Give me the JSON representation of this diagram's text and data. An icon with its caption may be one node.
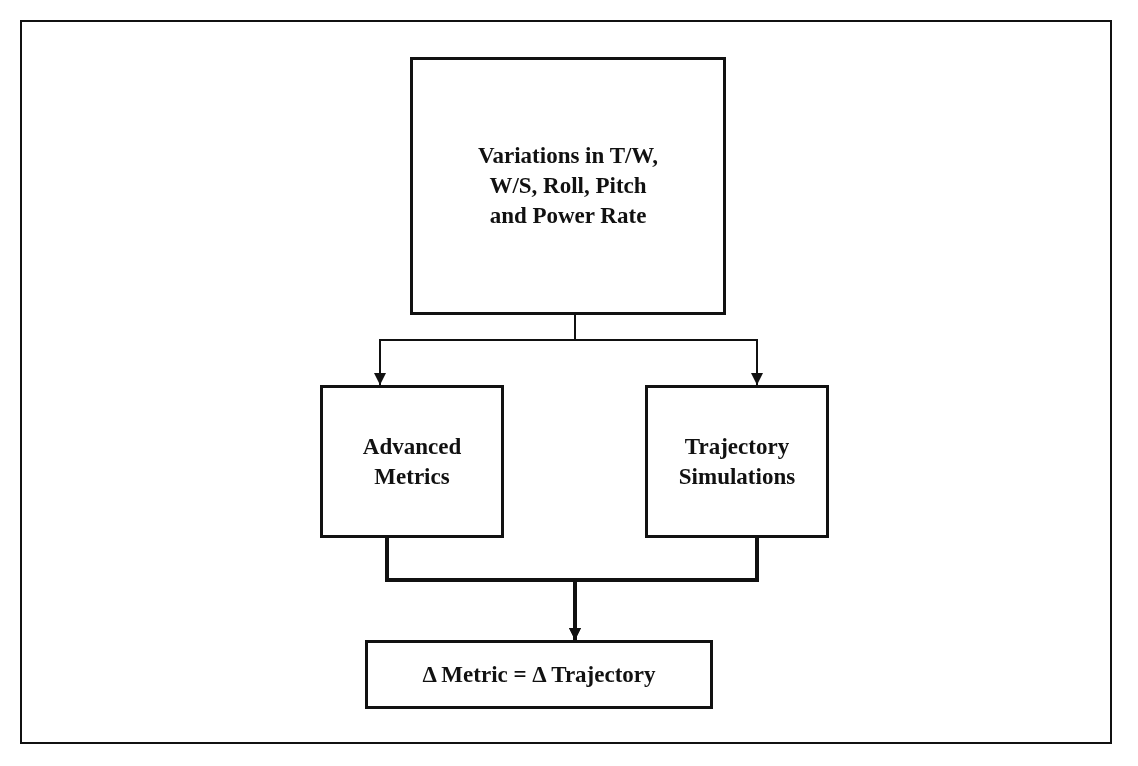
{
  "diagram": {
    "nodes": [
      {
        "text": [
          "Variations in T/W, W/S, Roll, Pitch and Power Rate"
        ]
      },
      {
        "text": [
          "Advanced Metrics"
        ]
      },
      {
        "text": [
          "Trajectory Simulations"
        ]
      },
      {
        "text": [
          "Δ Metric = Δ Trajectory"
        ]
      }
    ],
    "edges": [
      {
        "from": 0,
        "to": 1,
        "arrow": "to"
      },
      {
        "from": 0,
        "to": 2,
        "arrow": "to"
      },
      {
        "from": 1,
        "to": 3,
        "arrow": "to",
        "style": "thick"
      },
      {
        "from": 2,
        "to": 3,
        "arrow": "to",
        "style": "thick"
      }
    ]
  }
}
